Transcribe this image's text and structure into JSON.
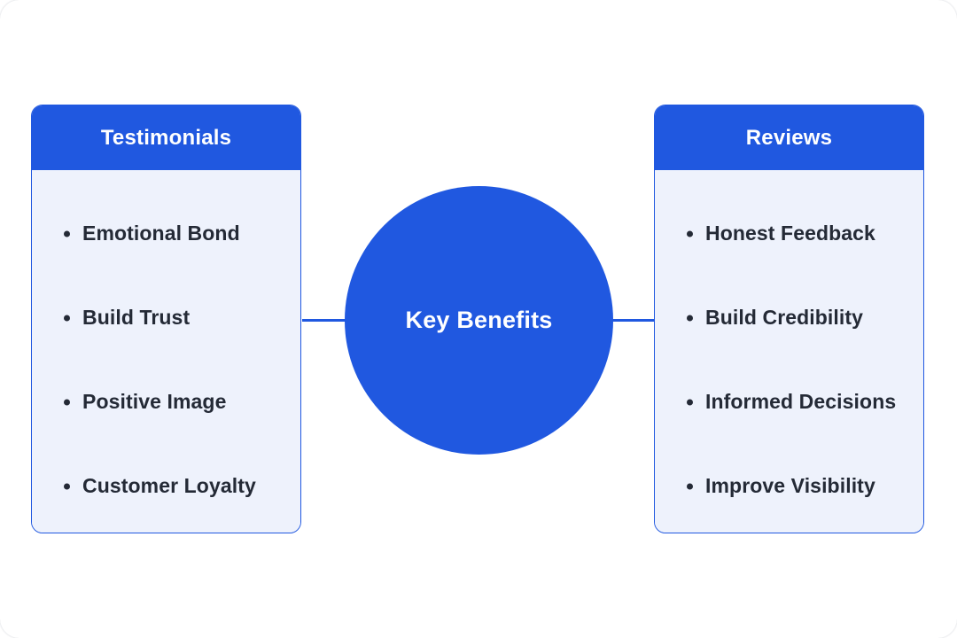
{
  "diagram": {
    "type": "hub-and-spoke",
    "title": "Key Benefits",
    "colors": {
      "accent": "#2058e0",
      "card_body": "#eef2fc",
      "text": "#242a36",
      "header_text": "#ffffff",
      "page_background": "#ffffff"
    },
    "center": {
      "label": "Key Benefits",
      "shape": "circle"
    },
    "branches": [
      {
        "id": "testimonials",
        "title": "Testimonials",
        "side": "left",
        "items": [
          {
            "label": "Emotional Bond"
          },
          {
            "label": "Build Trust"
          },
          {
            "label": "Positive Image"
          },
          {
            "label": "Customer Loyalty"
          }
        ]
      },
      {
        "id": "reviews",
        "title": "Reviews",
        "side": "right",
        "items": [
          {
            "label": "Honest Feedback"
          },
          {
            "label": "Build Credibility"
          },
          {
            "label": "Informed Decisions"
          },
          {
            "label": "Improve Visibility"
          }
        ]
      }
    ],
    "connectors": [
      {
        "from": "testimonials",
        "to": "center"
      },
      {
        "from": "center",
        "to": "reviews"
      }
    ]
  }
}
